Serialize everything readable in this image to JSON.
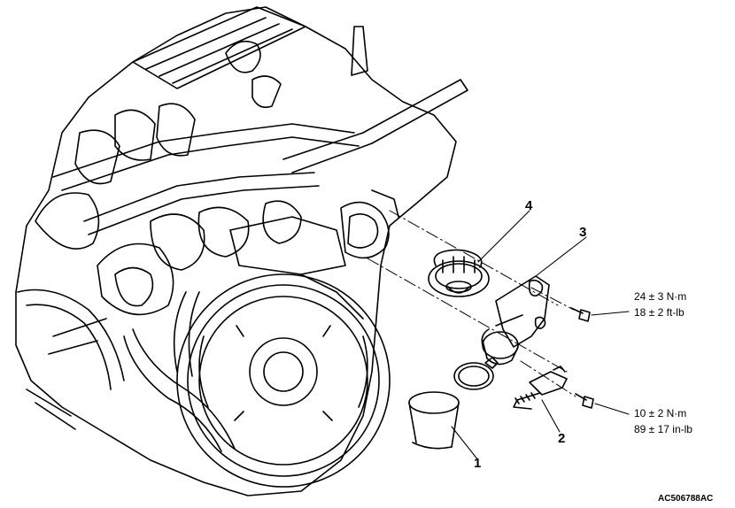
{
  "diagram": {
    "callouts": {
      "part_1": "1",
      "part_2": "2",
      "part_3": "3",
      "part_4": "4"
    },
    "torque_upper": {
      "metric": "24 ± 3 N·m",
      "imperial": "18 ± 2 ft-lb"
    },
    "torque_lower": {
      "metric": "10 ± 2 N·m",
      "imperial": "89 ± 17 in-lb"
    },
    "figure_code": "AC506788AC"
  }
}
